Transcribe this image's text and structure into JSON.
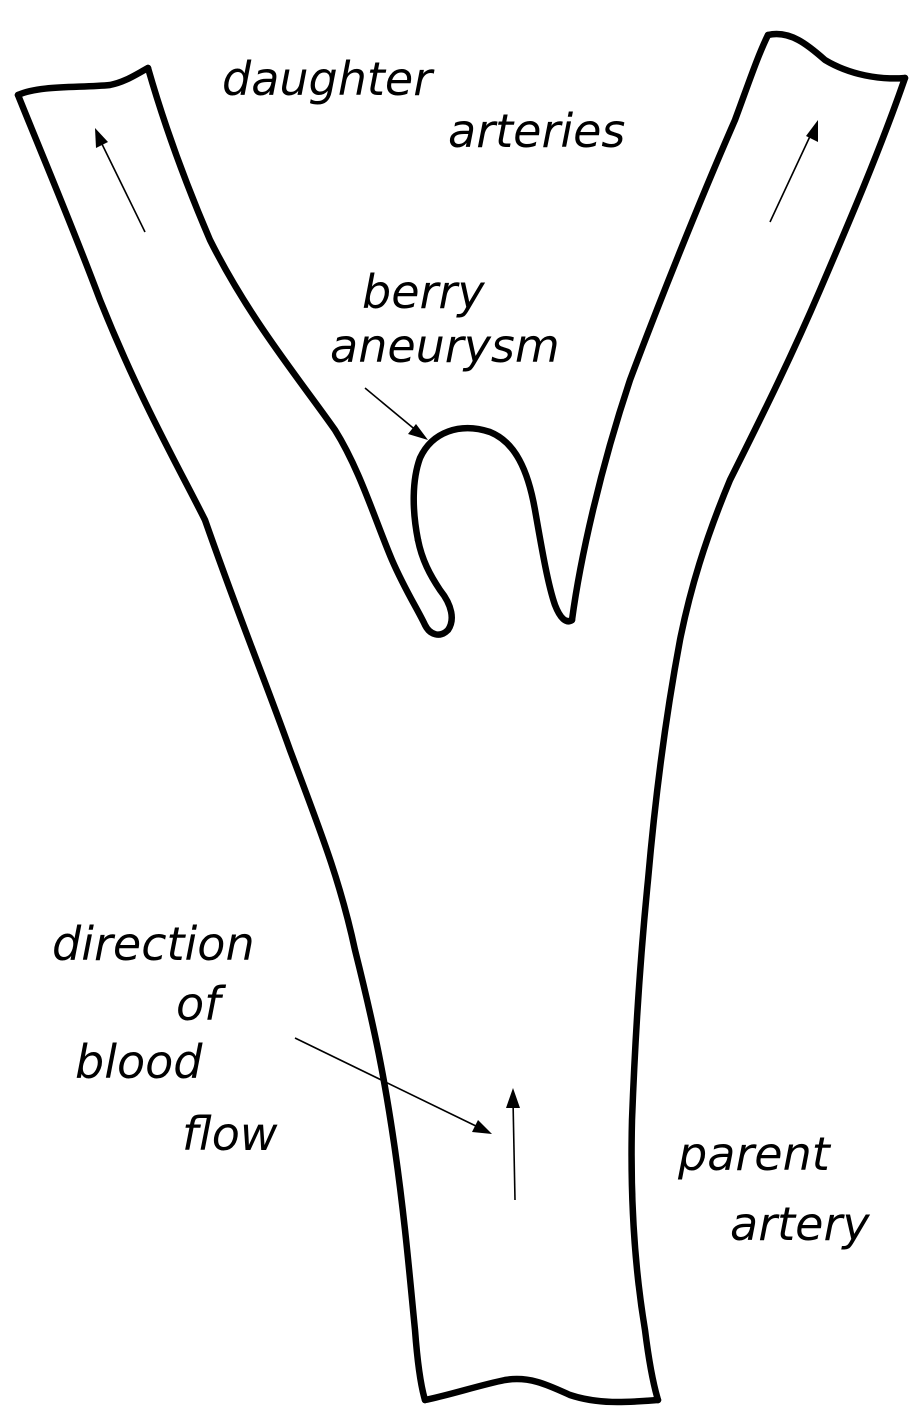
{
  "labels": {
    "daughter_line1": "daughter",
    "daughter_line2": "arteries",
    "berry_line1": "berry",
    "berry_line2": "aneurysm",
    "direction_line1": "direction",
    "direction_line2": "of",
    "direction_line3": "blood",
    "direction_line4": "flow",
    "parent_line1": "parent",
    "parent_line2": "artery"
  },
  "colors": {
    "stroke": "#000000",
    "background": "#ffffff"
  }
}
